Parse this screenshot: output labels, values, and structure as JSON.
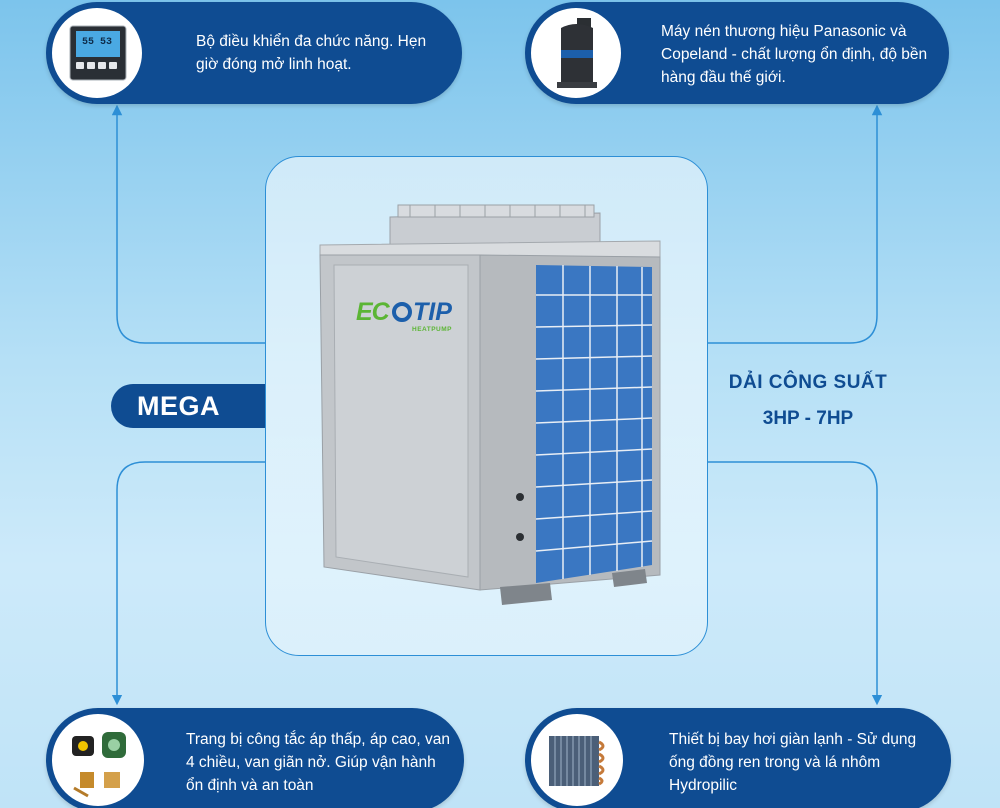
{
  "features": {
    "controller": {
      "text": "Bộ điều khiển đa chức năng. Hẹn giờ đóng mở linh hoạt.",
      "display_left": "55",
      "display_right": "53"
    },
    "compressor": {
      "text": "Máy nén thương hiệu Panasonic và Copeland - chất lượng ổn định, độ bền hàng đầu thế giới."
    },
    "switches": {
      "text": "Trang bị công tắc áp thấp, áp cao, van 4 chiều, van giãn nở. Giúp vận hành ổn định và an toàn"
    },
    "evaporator": {
      "text": "Thiết bị bay hơi giàn lạnh - Sử dụng ống đồng ren trong và lá nhôm Hydropilic"
    }
  },
  "product": {
    "model_label": "MEGA",
    "capacity_title": "DẢI CÔNG SUẤT",
    "capacity_value": "3HP - 7HP",
    "brand_left": "EC",
    "brand_right": "TIP",
    "brand_sub": "HEATPUMP"
  },
  "colors": {
    "navy": "#0f4c92",
    "accent_line": "#2d8fd6",
    "brand_green": "#5bb534",
    "brand_blue": "#1c5fab"
  }
}
